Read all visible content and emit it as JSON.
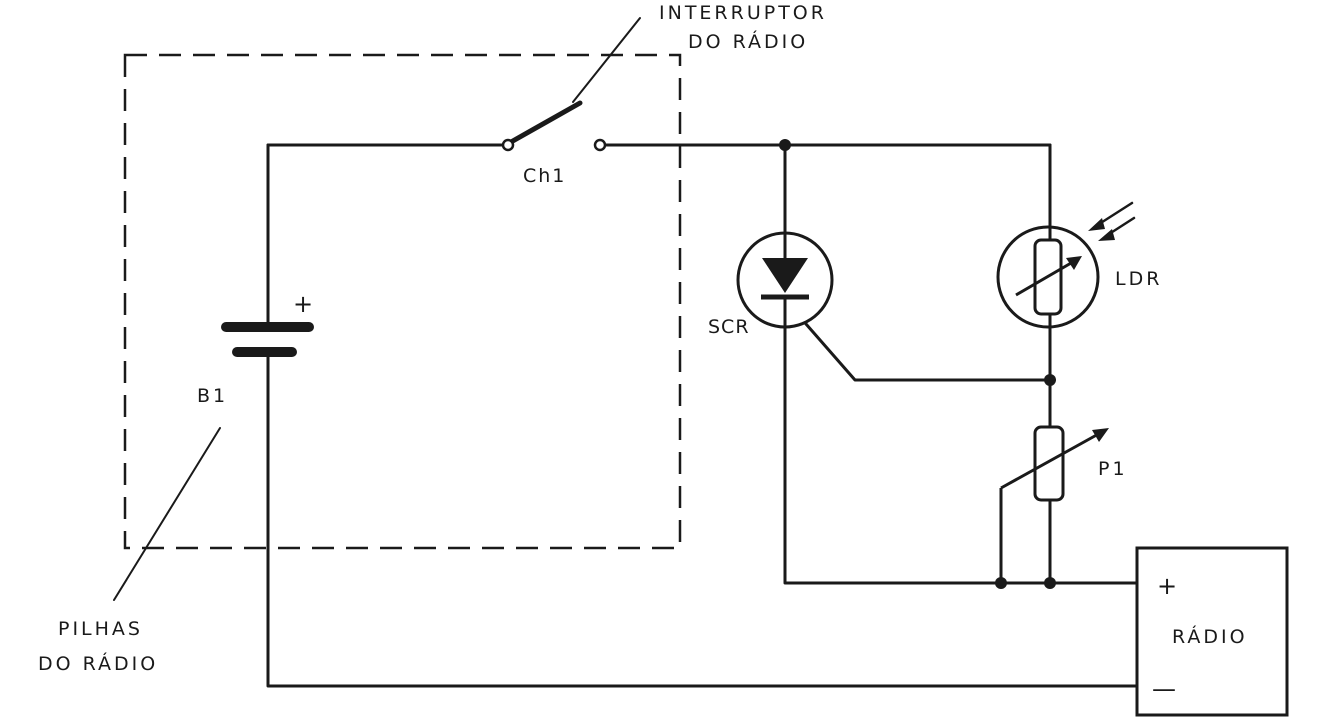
{
  "labels": {
    "switch_callout_line1": "INTERRUPTOR",
    "switch_callout_line2": "DO RÁDIO",
    "switch": "Ch1",
    "battery": "B1",
    "battery_plus": "+",
    "batteries_callout_line1": "PILHAS",
    "batteries_callout_line2": "DO RÁDIO",
    "scr": "SCR",
    "ldr": "LDR",
    "pot": "P1",
    "radio": "RÁDIO",
    "radio_plus": "+",
    "radio_minus": "—"
  }
}
